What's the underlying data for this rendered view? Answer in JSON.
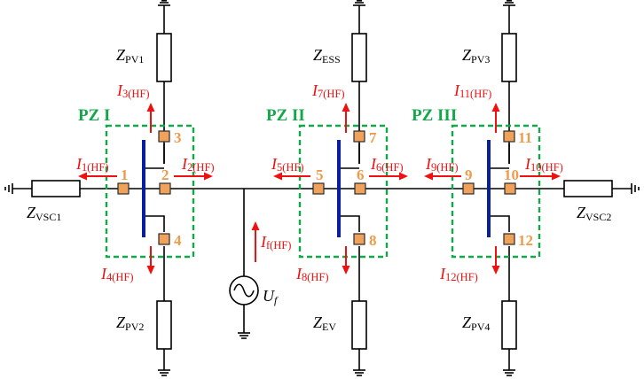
{
  "protection_zones": [
    "PZ I",
    "PZ II",
    "PZ III"
  ],
  "impedances": [
    {
      "main": "Z",
      "sub": "PV1"
    },
    {
      "main": "Z",
      "sub": "ESS"
    },
    {
      "main": "Z",
      "sub": "PV3"
    },
    {
      "main": "Z",
      "sub": "VSC1"
    },
    {
      "main": "Z",
      "sub": "VSC2"
    },
    {
      "main": "Z",
      "sub": "PV2"
    },
    {
      "main": "Z",
      "sub": "EV"
    },
    {
      "main": "Z",
      "sub": "PV4"
    }
  ],
  "currents": [
    {
      "main": "I",
      "sub": "1(HF)"
    },
    {
      "main": "I",
      "sub": "2(HF)"
    },
    {
      "main": "I",
      "sub": "3(HF)"
    },
    {
      "main": "I",
      "sub": "4(HF)"
    },
    {
      "main": "I",
      "sub": "5(HF)"
    },
    {
      "main": "I",
      "sub": "6(HF)"
    },
    {
      "main": "I",
      "sub": "7(HF)"
    },
    {
      "main": "I",
      "sub": "8(HF)"
    },
    {
      "main": "I",
      "sub": "9(HF)"
    },
    {
      "main": "I",
      "sub": "10(HF)"
    },
    {
      "main": "I",
      "sub": "11(HF)"
    },
    {
      "main": "I",
      "sub": "12(HF)"
    },
    {
      "main": "I",
      "sub": "f(HF)"
    }
  ],
  "nodes": [
    "1",
    "2",
    "3",
    "4",
    "5",
    "6",
    "7",
    "8",
    "9",
    "10",
    "11",
    "12"
  ],
  "source": {
    "main": "U",
    "sub": "f"
  },
  "colors": {
    "zone": "#12a84a",
    "current": "#ee1111",
    "node": "#f0a25a",
    "bus": "#0a1f9e"
  }
}
